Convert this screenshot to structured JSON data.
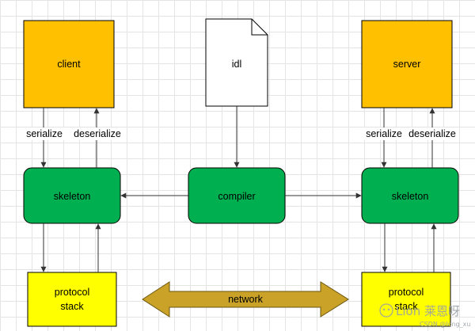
{
  "nodes": {
    "client": "client",
    "idl": "idl",
    "server": "server",
    "skeleton_left": "skeleton",
    "compiler": "compiler",
    "skeleton_right": "skeleton",
    "protocol_left_line1": "protocol",
    "protocol_left_line2": "stack",
    "protocol_right_line1": "protocol",
    "protocol_right_line2": "stack"
  },
  "edges": {
    "serialize_left": "serialize",
    "deserialize_left": "deserialize",
    "serialize_right": "serialize",
    "deserialize_right": "deserialize",
    "network": "network"
  },
  "watermark": {
    "brand": "Lion 莱恩呀",
    "source": "CSDN @long_xu"
  },
  "colors": {
    "client_server_fill": "#FFC000",
    "skeleton_fill": "#00B050",
    "protocol_fill": "#FFFF00",
    "network_fill": "#C9A227",
    "document_fill": "#FFFFFF"
  }
}
